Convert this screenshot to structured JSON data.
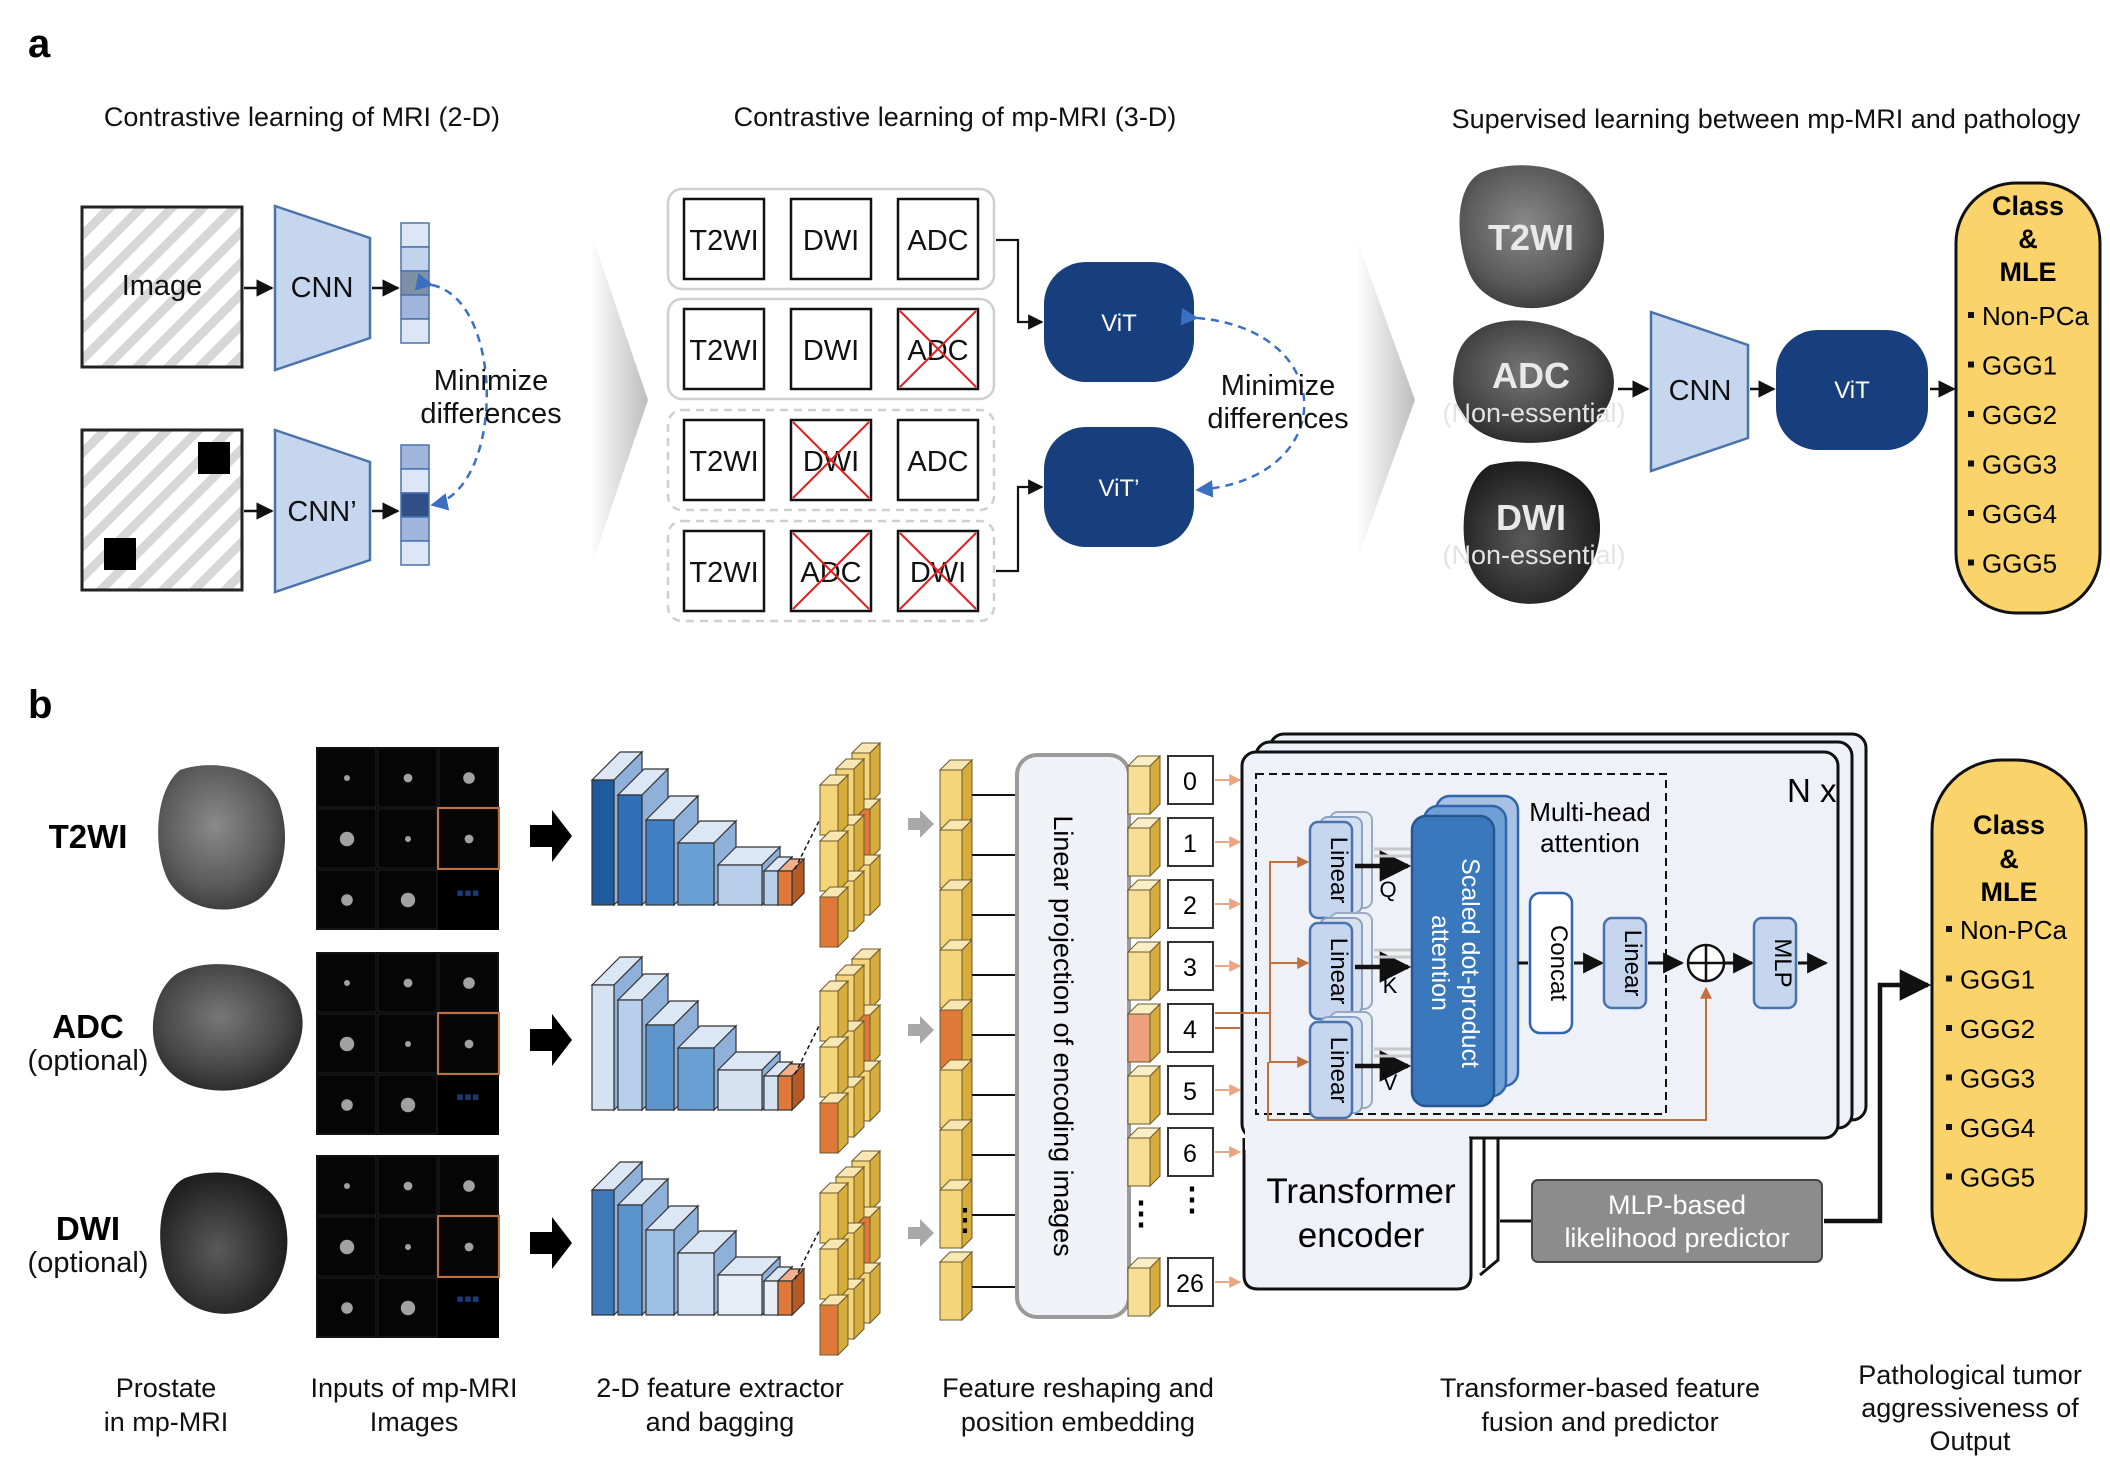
{
  "panel_a": {
    "letter": "a",
    "titles": {
      "mri2d": "Contrastive learning of MRI (2-D)",
      "mpmri3d": "Contrastive learning of mp-MRI (3-D)",
      "supervised": "Supervised learning between mp-MRI and pathology"
    },
    "image_label": "Image",
    "cnn": "CNN",
    "cnn_prime": "CNN’",
    "minimize_line1": "Minimize",
    "minimize_line2": "differences",
    "modalities": {
      "t2wi": "T2WI",
      "dwi": "DWI",
      "adc": "ADC"
    },
    "vit": "ViT",
    "vit_prime": "ViT’",
    "non_essential": "(Non-essential)",
    "output_title_1": "Class",
    "output_title_2": "&",
    "output_title_3": "MLE",
    "classes": [
      "Non-PCa",
      "GGG1",
      "GGG2",
      "GGG3",
      "GGG4",
      "GGG5"
    ]
  },
  "panel_b": {
    "letter": "b",
    "rows": {
      "t2wi": "T2WI",
      "adc": "ADC",
      "dwi": "DWI",
      "optional": "(optional)"
    },
    "ellipsis": "▪▪▪",
    "linear_projection": "Linear projection of encoding images",
    "position_ids": [
      "0",
      "1",
      "2",
      "3",
      "4",
      "5",
      "6",
      "26"
    ],
    "n_x": "N x",
    "multihead_1": "Multi-head",
    "multihead_2": "attention",
    "linear": "Linear",
    "q": "Q",
    "k": "K",
    "v": "V",
    "sdpa_1": "Scaled dot-product",
    "sdpa_2": "attention",
    "concat": "Concat",
    "mlp": "MLP",
    "transformer_1": "Transformer",
    "transformer_2": "encoder",
    "likelihood_1": "MLP-based",
    "likelihood_2": "likelihood predictor",
    "output_title_1": "Class",
    "output_title_2": "&",
    "output_title_3": "MLE",
    "classes": [
      "Non-PCa",
      "GGG1",
      "GGG2",
      "GGG3",
      "GGG4",
      "GGG5"
    ],
    "captions": {
      "prostate_1": "Prostate",
      "prostate_2": "in mp-MRI",
      "inputs_1": "Inputs of mp-MRI",
      "inputs_2": "Images",
      "extractor_1": "2-D feature extractor",
      "extractor_2": "and bagging",
      "reshape_1": "Feature reshaping and",
      "reshape_2": "position embedding",
      "fusion_1": "Transformer-based feature",
      "fusion_2": "fusion and predictor",
      "output_1": "Pathological tumor",
      "output_2": "aggressiveness of",
      "output_3": "Output"
    }
  },
  "colors": {
    "cnn_fill": "#c6d6ee",
    "vit_fill": "#173f7e",
    "output_fill": "#fad36a",
    "feature_yellow": "#f5d57a",
    "feature_orange": "#e07839",
    "attention_blue": "#3a78bd",
    "encoder_fill": "#eef1f8",
    "predictor_gray": "#8c8c8c"
  }
}
